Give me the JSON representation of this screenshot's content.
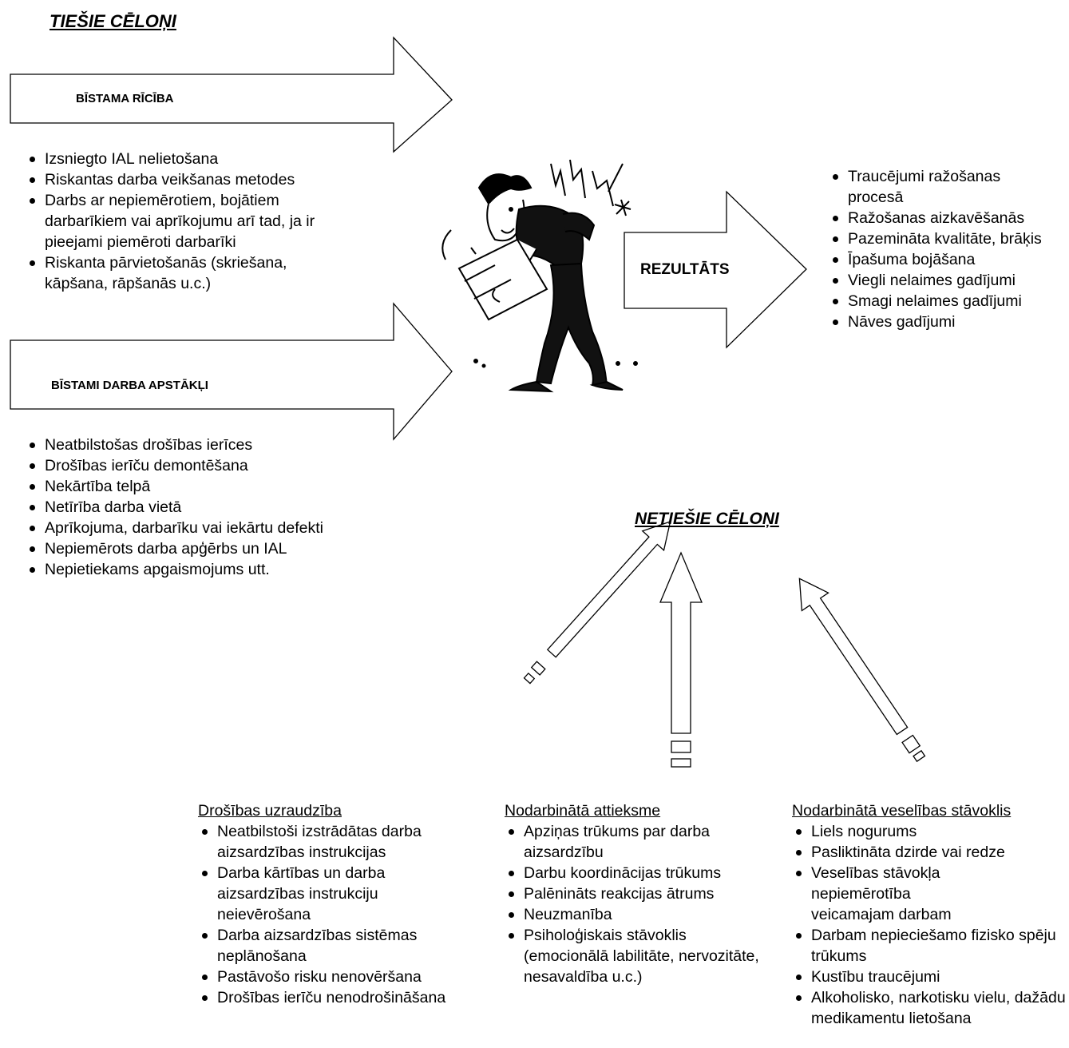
{
  "direct_causes": {
    "title": "TIEŠIE CĒLOŅI",
    "unsafe_behavior": {
      "label": "BĪSTAMA RĪCĪBA",
      "items": [
        "Izsniegto IAL nelietošana",
        "Riskantas darba veikšanas metodes",
        "Darbs ar nepiemērotiem, bojātiem darbarīkiem vai aprīkojumu arī tad, ja ir pieejami piemēroti darbarīki",
        "Riskanta pārvietošanās (skriešana, kāpšana, rāpšanās u.c.)"
      ]
    },
    "unsafe_conditions": {
      "label": "BĪSTAMI DARBA APSTĀKĻI",
      "items": [
        "Neatbilstošas drošības ierīces",
        "Drošības ierīču demontēšana",
        "Nekārtība telpā",
        "Netīrība darba vietā",
        "Aprīkojuma, darbarīku vai iekārtu defekti",
        "Nepiemērots darba apģērbs un IAL",
        "Nepietiekams apgaismojums utt."
      ]
    }
  },
  "result": {
    "label": "REZULTĀTS",
    "items": [
      "Traucējumi ražošanas procesā",
      "Ražošanas aizkavēšanās",
      "Pazemināta kvalitāte, brāķis",
      "Īpašuma bojāšana",
      "Viegli nelaimes gadījumi",
      "Smagi nelaimes gadījumi",
      "Nāves gadījumi"
    ]
  },
  "indirect_causes": {
    "title": "NETIEŠIE CĒLOŅI",
    "groups": [
      {
        "title": "Drošības uzraudzība",
        "items": [
          "Neatbilstoši izstrādātas darba aizsardzības instrukcijas",
          "Darba kārtības un darba aizsardzības instrukciju neievērošana",
          "Darba aizsardzības sistēmas neplānošana",
          "Pastāvošo risku nenovēršana",
          "Drošības ierīču nenodrošināšana"
        ]
      },
      {
        "title": "Nodarbinātā attieksme",
        "items": [
          "Apziņas trūkums par darba aizsardzību",
          "Darbu koordinācijas trūkums",
          "Palēnināts reakcijas ātrums",
          "Neuzmanība",
          "Psiholoģiskais stāvoklis (emocionālā labilitāte, nervozitāte, nesavaldība u.c.)"
        ]
      },
      {
        "title": "Nodarbinātā veselības stāvoklis",
        "items": [
          "Liels nogurums",
          "Pasliktināta dzirde vai redze",
          "Veselības stāvokļa nepiemērotība veicamajam darbam",
          "Darbam nepieciešamo fizisko spēju trūkums",
          "Kustību traucējumi",
          "Alkoholisko, narkotisku vielu, dažādu medikamentu lietošana"
        ]
      }
    ]
  }
}
